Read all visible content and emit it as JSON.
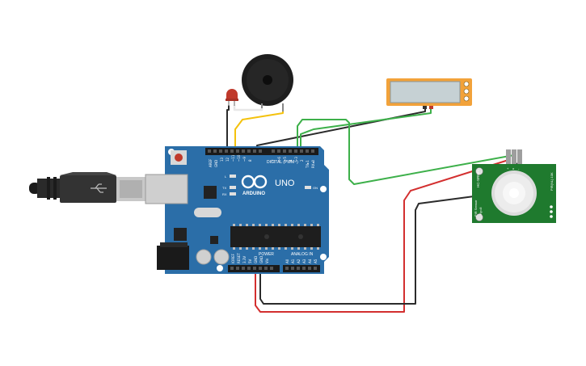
{
  "board": {
    "brand": "ARDUINO",
    "model": "UNO",
    "digital_label": "DIGITAL (PWM~)",
    "power_label": "POWER",
    "analog_label": "ANALOG IN",
    "aref": "AREF",
    "gnd": "GND",
    "tx": "TX",
    "rx": "RX",
    "l": "L",
    "on": "ON",
    "txd": "TX▸1",
    "rxd": "RX◂0",
    "digital_pins": [
      "13",
      "12",
      "~11",
      "~10",
      "~9",
      "8",
      "7",
      "~6",
      "~5",
      "4",
      "~3",
      "2"
    ],
    "power_pins": [
      "IOREF",
      "RESET",
      "3.3V",
      "5V",
      "GND",
      "GND",
      "Vin"
    ],
    "analog_pins": [
      "A0",
      "A1",
      "A2",
      "A3",
      "A4",
      "A5"
    ]
  },
  "pir": {
    "part": "HC-SR501",
    "line1": "PIR Sensor",
    "line2": "Ry=8",
    "line3": "PIR(NL) 10K",
    "pin_labels": [
      "+",
      "o",
      "-"
    ]
  },
  "colors": {
    "board_blue": "#2b6ea8",
    "board_dark": "#1f5a8e",
    "wire_red": "#d32f2f",
    "wire_black": "#2b2b2b",
    "wire_green": "#3db04a",
    "wire_yellow": "#f4c20d",
    "led_red": "#c0392b",
    "pir_green": "#1f7a2e",
    "lcd_orange": "#f2a23a",
    "lcd_screen": "#c6d1d4"
  },
  "icons": [
    "usb-cable-icon",
    "buzzer-icon",
    "led-icon",
    "usb-symbol-icon"
  ]
}
